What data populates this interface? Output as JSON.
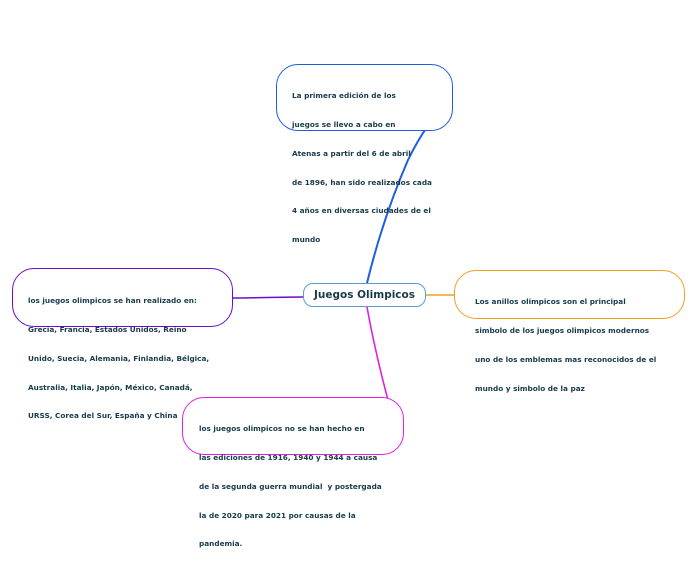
{
  "center": {
    "label": "Juegos Olimpicos"
  },
  "nodes": {
    "top": {
      "color": "#1f5ee0",
      "lines": [
        "La primera edición de los",
        "juegos se llevo a cabo en",
        "Atenas a partir del 6 de abril",
        "de 1896, han sido realizados cada",
        "4 años en diversas ciudades de el",
        "mundo"
      ]
    },
    "left": {
      "color": "#6a0dcc",
      "lines": [
        "los juegos olimpicos se han realizado en:",
        "Grecia, Francia, Estados Unidos, Reino",
        "Unido, Suecia, Alemania, Finlandia, Bélgica,",
        "Australia, Italia, Japón, México, Canadá,",
        "URSS, Corea del Sur, España y China"
      ]
    },
    "right": {
      "color": "#f0a020",
      "lines": [
        "Los anillos olimpicos son el principal",
        "simbolo de los juegos olimpicos modernos",
        "uno de los emblemas mas reconocidos de el",
        "mundo y simbolo de la paz"
      ]
    },
    "bottom": {
      "color": "#e020e0",
      "lines": [
        "los juegos olimpicos no se han hecho en",
        "las ediciones de 1916, 1940 y 1944 a causa",
        "de la segunda guerra mundial  y postergada",
        "la de 2020 para 2021 por causas de la",
        "pandemia."
      ]
    }
  }
}
